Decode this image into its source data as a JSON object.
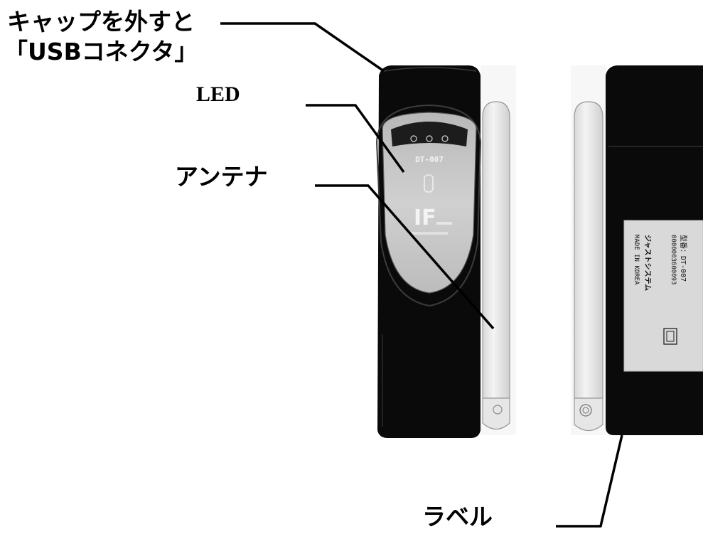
{
  "labels": {
    "cap_line1": "キャップを外すと",
    "cap_line2": "「USBコネクタ」",
    "led": "LED",
    "antenna": "アンテナ",
    "label": "ラベル"
  },
  "device_front": {
    "model_text": "DT-007",
    "logo_text": "IF"
  },
  "device_back_sticker": {
    "model_line": "型番：DT-007",
    "serial_line": "0000003600093",
    "brand_line": "ジャストシステム",
    "origin_line": "MADE IN KOREA"
  },
  "colors": {
    "device_body": "#0a0a0a",
    "panel": "#c8c8c8",
    "antenna": "#ececec",
    "line": "#000000"
  }
}
